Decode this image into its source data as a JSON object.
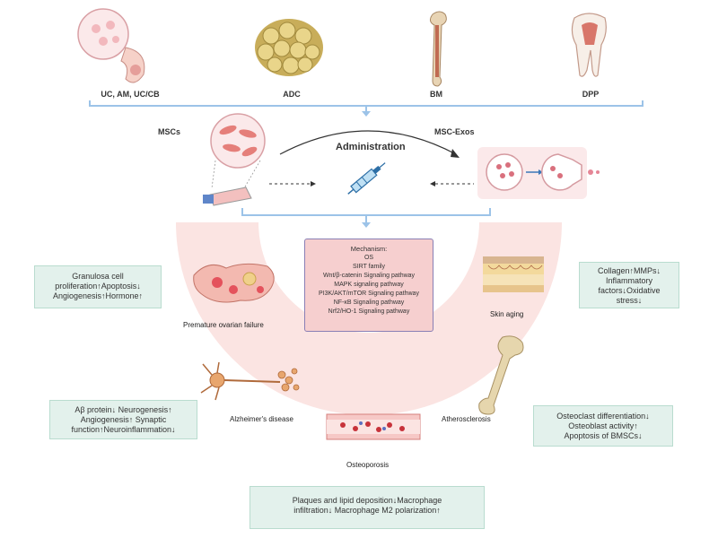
{
  "sources": [
    "UC, AM, UC/CB",
    "ADC",
    "BM",
    "DPP"
  ],
  "middle": {
    "left_label": "MSCs",
    "right_label": "MSC-Exos",
    "center_label": "Administration"
  },
  "mechanism": {
    "title": "Mechanism:",
    "items": [
      "OS",
      "SIRT family",
      "Wnt/β-catenin Signaling pathway",
      "MAPK signaling pathway",
      "PI3K/AKT/mTOR Signaling pathway",
      "NF-κB Signaling pathway",
      "Nrf2/HO-1 Signaling pathway"
    ]
  },
  "diseases": {
    "poi": "Premature ovarian failure",
    "skin": "Skin aging",
    "alz": "Alzheimer's disease",
    "athero": "Atherosclerosis",
    "osteo": "Osteoporosis"
  },
  "effects": {
    "poi": [
      "Granulosa cell",
      "proliferation↑Apoptosis↓",
      "Angiogenesis↑Hormone↑"
    ],
    "skin": [
      "Collagen↑MMPs↓",
      "Inflammatory",
      "factors↓Oxidative",
      "stress↓"
    ],
    "alz": [
      "Aβ protein↓ Neurogenesis↑",
      "Angiogenesis↑ Synaptic",
      "function↑Neuroinflammation↓"
    ],
    "osteo": [
      "Osteoclast differentiation↓",
      "Osteoblast activity↑",
      "Apoptosis of BMSCs↓"
    ],
    "athero": [
      "Plaques and lipid deposition↓Macrophage",
      "infiltration↓ Macrophage M2 polarization↑"
    ]
  },
  "colors": {
    "arc_fill": "#fbe4e2",
    "box_fill": "#e3f1ec",
    "bracket": "#9cc3e8",
    "mechanism_fill": "#f6cfcf",
    "mechanism_border": "#8a7fb5"
  }
}
